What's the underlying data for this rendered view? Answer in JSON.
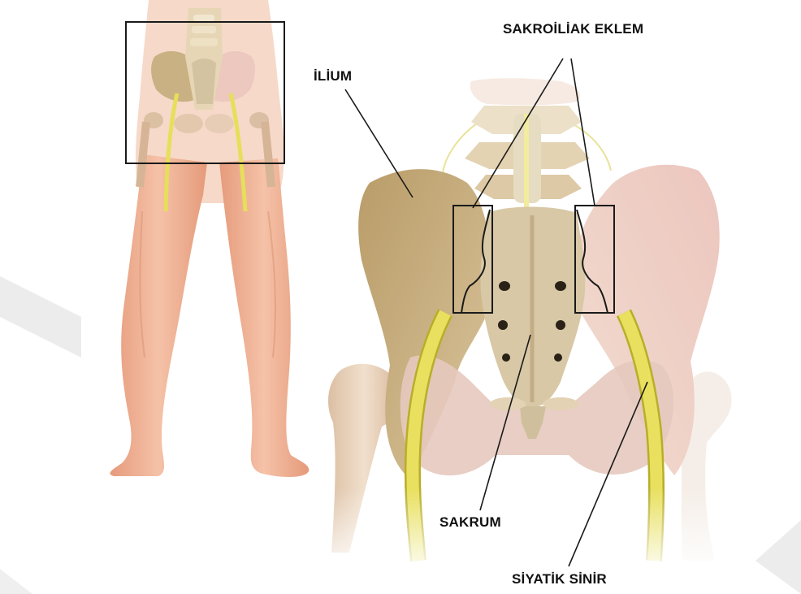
{
  "labels": {
    "sacroiliac_joint": "SAKROİLİAK EKLEM",
    "ilium": "İLİUM",
    "sacrum": "SAKRUM",
    "sciatic_nerve": "SİYATİK SİNİR"
  },
  "colors": {
    "skin": "#efb699",
    "skin_shadow": "#d98f70",
    "bone_left": "#c9b184",
    "bone_right": "#e8c7bd",
    "bone_center": "#d3c3a1",
    "nerve": "#e6df5a",
    "nerve_edge": "#b9ad2a",
    "outline": "#1a1a1a",
    "watermark": "#ececec"
  }
}
